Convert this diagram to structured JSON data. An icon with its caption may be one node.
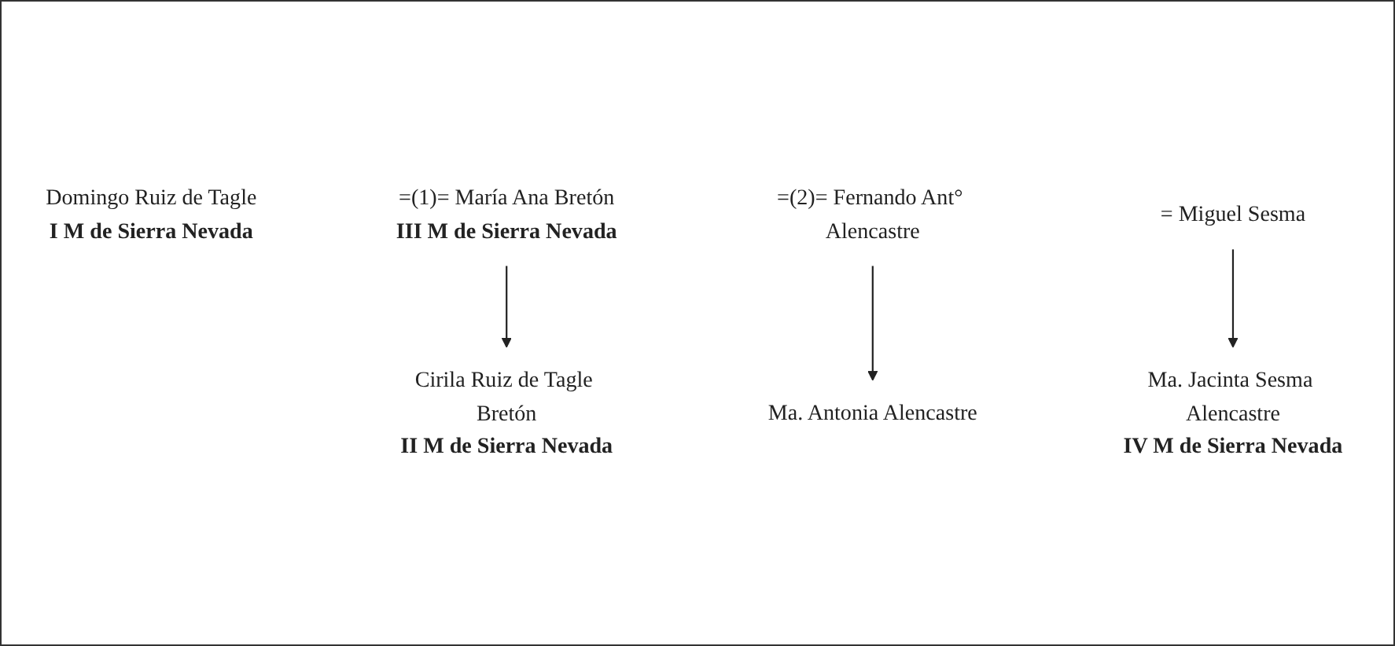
{
  "diagram": {
    "nodes": [
      {
        "text": [
          "Domingo Ruiz de Tagle",
          "I M de Sierra Nevada"
        ]
      },
      {
        "text": [
          "=(1)= María Ana Bretón",
          "III M de Sierra Nevada"
        ]
      },
      {
        "text": [
          "=(2)= Fernando Ant° Alencastre"
        ]
      },
      {
        "text": [
          "Cirila Ruiz de Tagle Bretón",
          "II M de Sierra Nevada"
        ]
      },
      {
        "text": [
          "Ma. Antonia Alencastre"
        ]
      },
      {
        "text": [
          "= Miguel Sesma"
        ]
      },
      {
        "text": [
          "Ma. Jacinta Sesma Alencastre",
          "IV M de Sierra Nevada"
        ]
      }
    ],
    "edges": [
      {
        "from": 1,
        "to": 3,
        "arrow": "to"
      },
      {
        "from": 2,
        "to": 4,
        "arrow": "to"
      },
      {
        "from": 5,
        "to": 6,
        "arrow": "to"
      }
    ]
  }
}
